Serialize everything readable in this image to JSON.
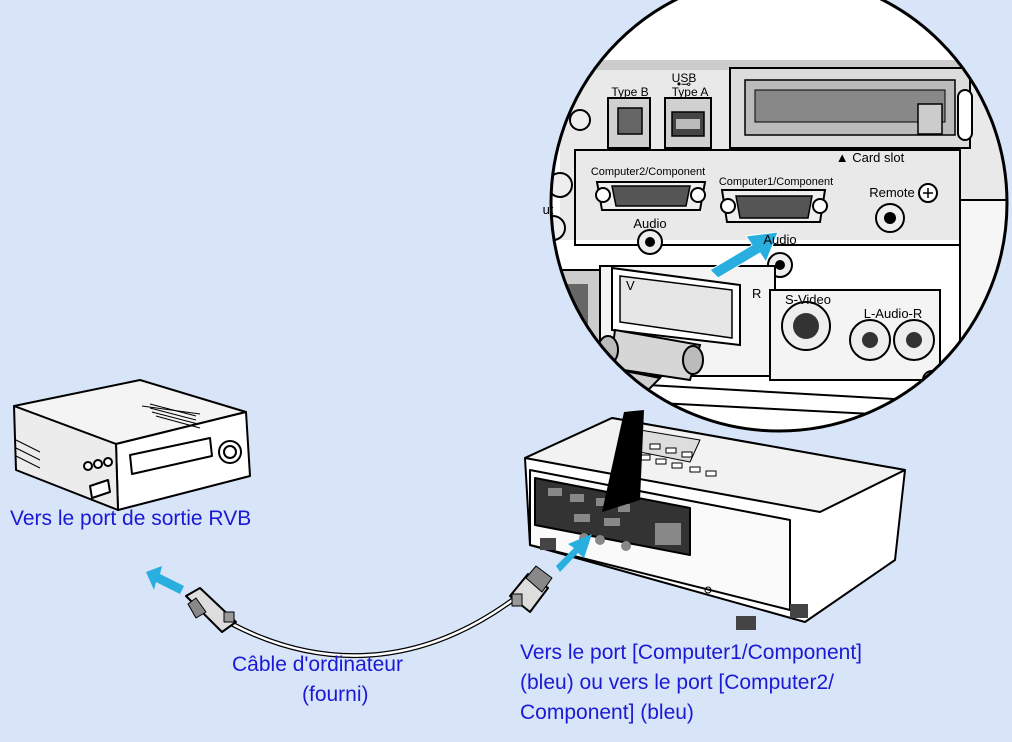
{
  "captions": {
    "rgb_out": "Vers le port de sortie RVB",
    "cable_1": "Câble d'ordinateur",
    "cable_2": "(fourni)",
    "port_1": "Vers le port [Computer1/Component]",
    "port_2": "(bleu) ou vers le port [Computer2/",
    "port_3": "Component] (bleu)"
  },
  "panel": {
    "usb": "USB",
    "type_b": "Type B",
    "type_a": "Type A",
    "card_slot": "▲ Card slot",
    "computer2": "Computer2/Component",
    "computer1": "Computer1/Component",
    "audio_1": "Audio",
    "audio_2": "Audio",
    "remote": "Remote",
    "svideo": "S-Video",
    "laudio_r": "L-Audio-R",
    "ut": "ut",
    "video_partial": "V",
    "r_partial": "R"
  },
  "colors": {
    "background": "#d8e4f7",
    "caption": "#1a1ad6",
    "arrow": "#29aee0"
  }
}
